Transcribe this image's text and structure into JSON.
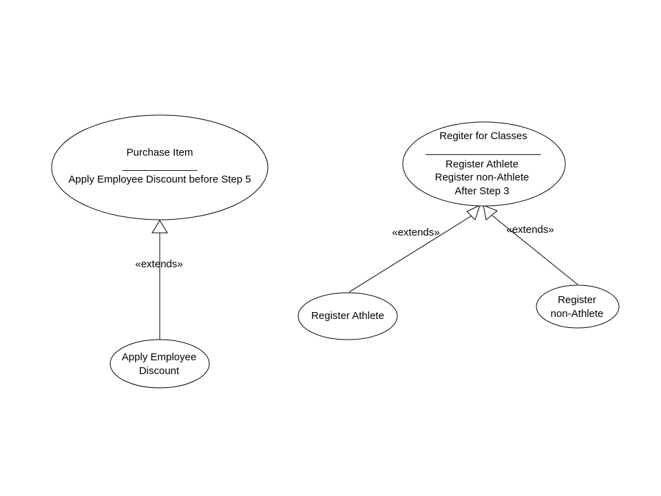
{
  "use_cases": {
    "purchase_item": {
      "title": "Purchase Item",
      "separator": "_____________",
      "extension": "Apply Employee Discount before Step 5"
    },
    "apply_employee_discount": {
      "line1": "Apply Employee",
      "line2": "Discount"
    },
    "register_for_classes": {
      "title": "Regiter for Classes",
      "separator": "____________________",
      "ext1": "Register Athlete",
      "ext2": "Register non-Athlete",
      "ext3": "After Step 3"
    },
    "register_athlete": {
      "label": "Register Athlete"
    },
    "register_non_athlete": {
      "line1": "Register",
      "line2": "non-Athlete"
    }
  },
  "relations": {
    "extends_discount": "«extends»",
    "extends_athlete": "«extends»",
    "extends_non_athlete": "«extends»"
  }
}
